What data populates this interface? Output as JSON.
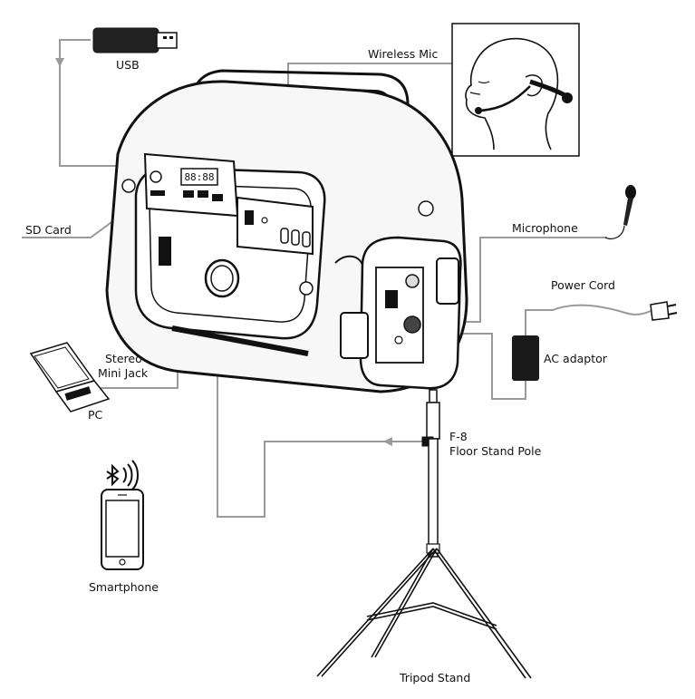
{
  "labels": {
    "usb": "USB",
    "wireless_mic": "Wireless Mic",
    "sd_card": "SD Card",
    "microphone": "Microphone",
    "power_cord": "Power Cord",
    "ac_adaptor": "AC adaptor",
    "stereo": "Stereo",
    "mini_jack": "Mini Jack",
    "pc": "PC",
    "f8": "F-8",
    "floor_stand_pole": "Floor Stand Pole",
    "smartphone": "Smartphone",
    "tripod_stand": "Tripod Stand"
  },
  "colors": {
    "line": "#9a9a9a",
    "outline": "#111111",
    "dark": "#1a1a1a"
  }
}
